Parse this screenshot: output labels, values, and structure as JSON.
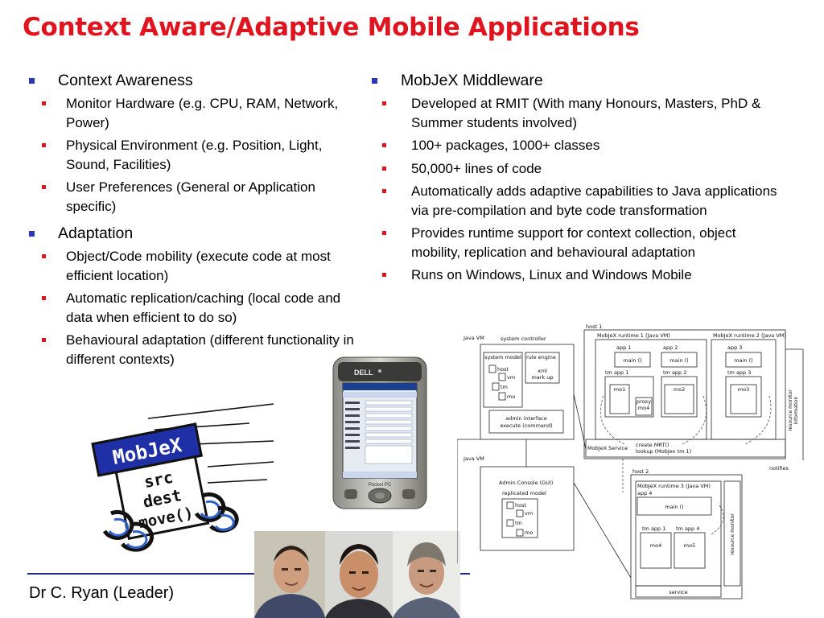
{
  "slide": {
    "title": "Context Aware/Adaptive Mobile Applications",
    "left_column": [
      {
        "heading": "Context Awareness",
        "items": [
          "Monitor Hardware (e.g. CPU, RAM, Network, Power)",
          "Physical Environment (e.g. Position, Light, Sound, Facilities)",
          "User Preferences (General or Application specific)"
        ]
      },
      {
        "heading": "Adaptation",
        "items": [
          "Object/Code mobility (execute code at most efficient location)",
          "Automatic replication/caching (local code and data when efficient to do so)",
          "Behavioural adaptation (different functionality in different contexts)"
        ]
      }
    ],
    "right_column": {
      "heading": "MobJeX Middleware",
      "items": [
        "Developed at RMIT (With many Honours, Masters, PhD & Summer students involved)",
        "100+ packages, 1000+ classes",
        "50,000+ lines of code",
        "Automatically adds adaptive capabilities to Java applications via pre-compilation and byte code transformation",
        "Provides runtime support for context collection, object mobility, replication and behavioural adaptation",
        "Runs on Windows, Linux and Windows Mobile"
      ]
    },
    "footer": "Dr C. Ryan (Leader)"
  },
  "logo": {
    "word": "MobJeX",
    "line1": "src",
    "line2": "dest",
    "line3": "move()"
  },
  "pda": {
    "brand": "DELL",
    "label": "Pocket PC"
  },
  "diagram": {
    "java_vm_1": "Java VM",
    "system_controller": "system controller",
    "system_model": "system model",
    "rule_engine": "rule engine",
    "xml_mark_up_1": "xml",
    "xml_mark_up_2": "mark up",
    "model_host": "host",
    "model_vm": "vm",
    "model_tm": "tm",
    "model_mo": "mo",
    "admin_interface": "admin interface",
    "execute_command": "execute (command)",
    "host1": "host 1",
    "runtime1": "MobJeX runtime 1 (Java VM)",
    "runtime2": "MobJeX runtime 2 (Java VM)",
    "app1": "app 1",
    "app2": "app 2",
    "app3": "app 3",
    "main": "main ()",
    "tm_app1": "tm app 1",
    "tm_app2": "tm app 2",
    "tm_app3": "tm app 3",
    "mo1": "mo1",
    "mo2": "mo2",
    "mo3": "mo3",
    "proxy": "proxy",
    "mo4_proxy": "mo4",
    "mobjex_service": "MobJeX Service",
    "create_mrt": "create MRT()",
    "lookup": "lookup (MobJex tm 1)",
    "resource_monitor_info_1": "resource monitor",
    "resource_monitor_info_2": "information",
    "notifies": "notifies",
    "java_vm_2": "Java VM",
    "admin_console": "Admin Console (GUI)",
    "replicated_model": "replicated model",
    "host2": "host 2",
    "runtime3": "MobJeX runtime 3 (Java VM)",
    "app4": "app 4",
    "tm_app1b": "tm app 1",
    "tm_app4": "tm app 4",
    "mo4": "mo4",
    "mo5": "mo5",
    "resource_monitor": "resource monitor",
    "service": "service"
  }
}
